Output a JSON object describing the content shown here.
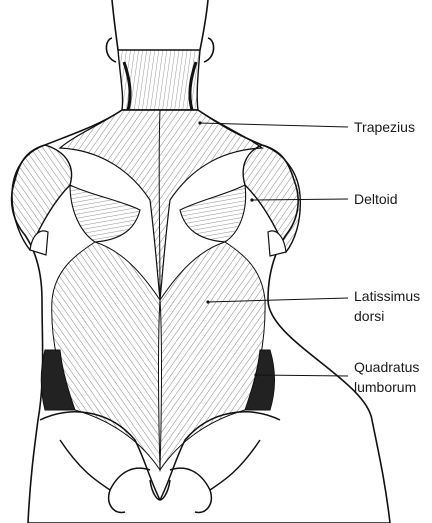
{
  "diagram": {
    "labels": [
      {
        "id": "trapezius",
        "lines": [
          "Trapezius"
        ]
      },
      {
        "id": "deltoid",
        "lines": [
          "Deltoid"
        ]
      },
      {
        "id": "latissimus",
        "lines": [
          "Latissimus",
          "dorsi"
        ]
      },
      {
        "id": "quadratus",
        "lines": [
          "Quadratus",
          "lumborum"
        ]
      }
    ],
    "colors": {
      "ink": "#1a1a1a",
      "background": "#ffffff"
    }
  }
}
